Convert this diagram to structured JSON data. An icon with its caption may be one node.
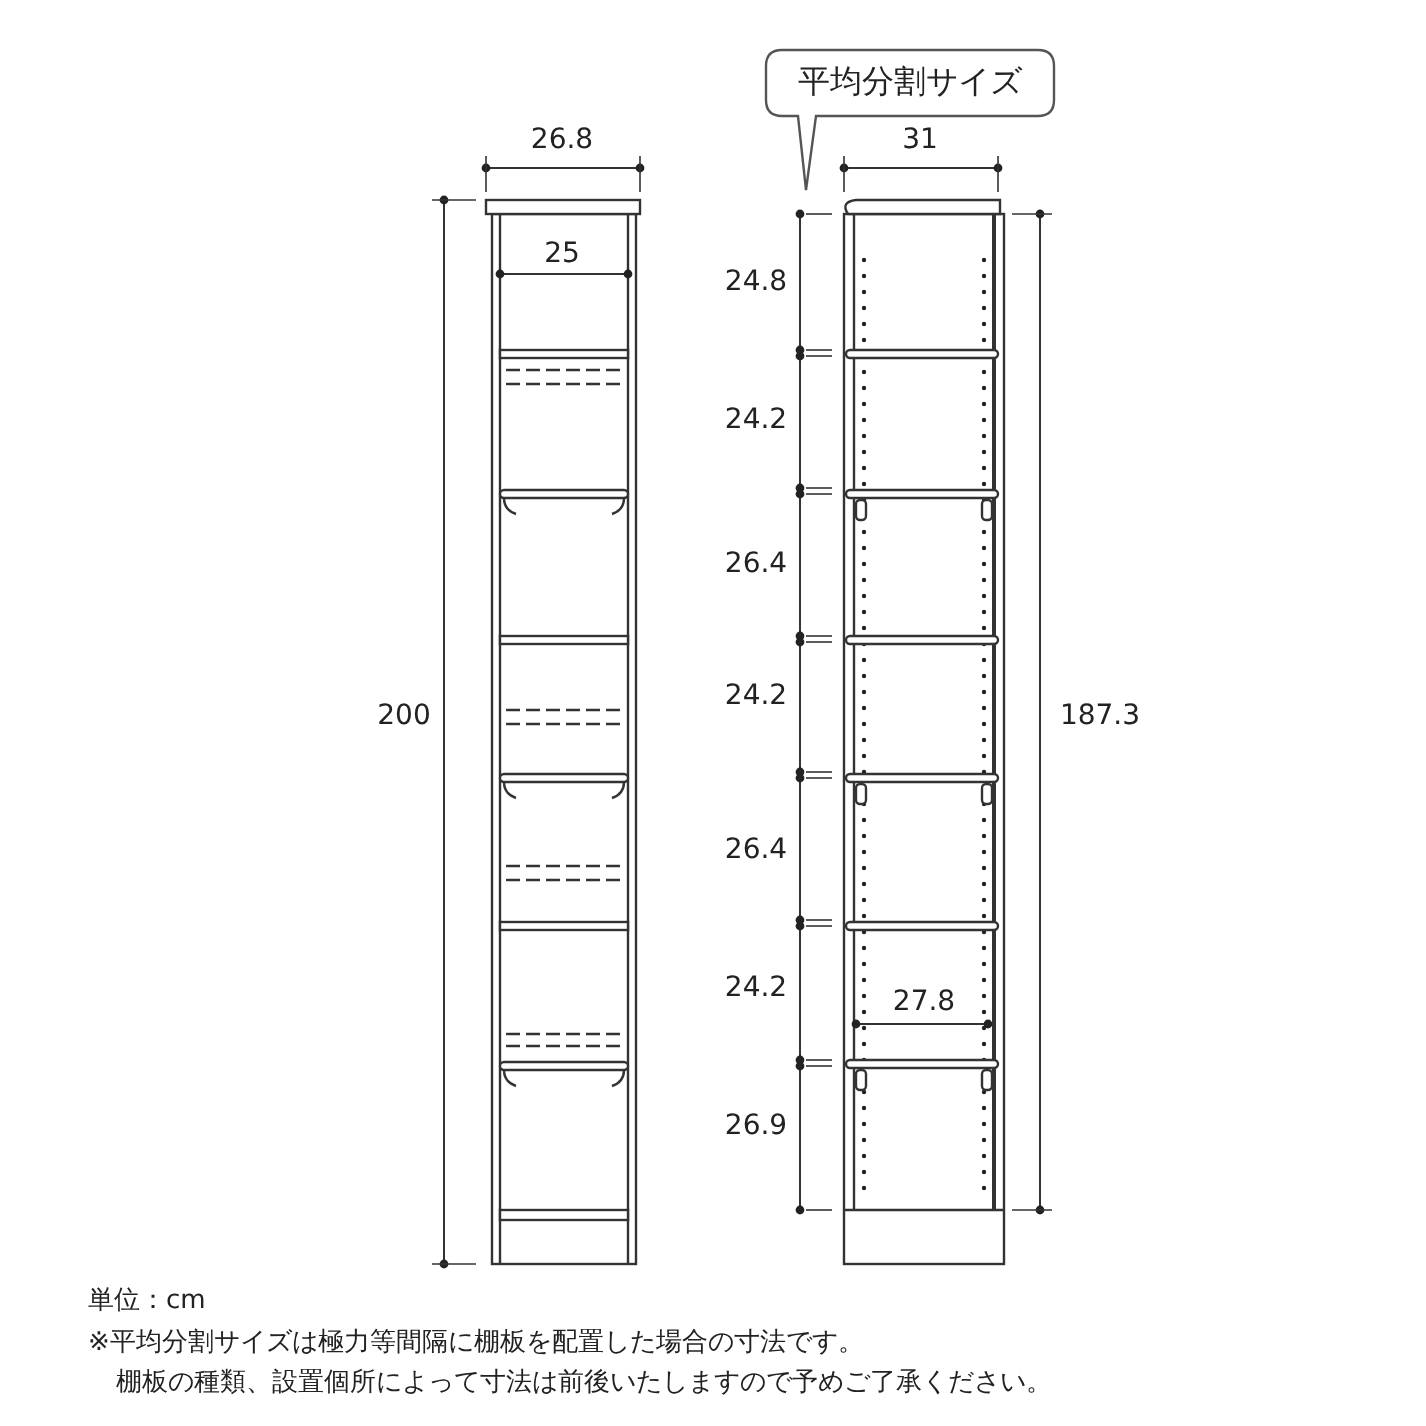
{
  "diagram": {
    "nodes": [
      {
        "text": [
          "平均分割サイズ"
        ]
      }
    ],
    "labels": [
      "26.8",
      "31",
      "25",
      "24.8",
      "24.2",
      "26.4",
      "200",
      "24.2",
      "187.3",
      "26.4",
      "24.2",
      "27.8",
      "26.9",
      "単位：cm",
      "※平均分割サイズは極力等間隔に棚板を配置した場合の寸法です。",
      "棚板の種類、設置個所によって寸法は前後いたしますので予めご了承ください。"
    ]
  }
}
